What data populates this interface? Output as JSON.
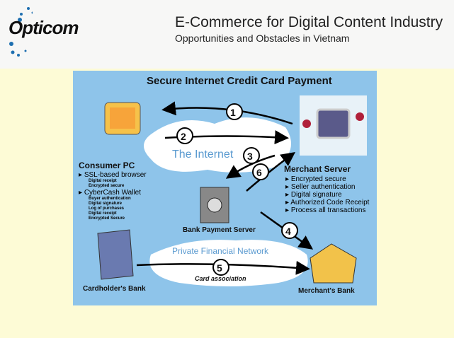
{
  "header": {
    "logo": "Opticom",
    "title": "E-Commerce for Digital Content Industry",
    "subtitle": "Opportunities and Obstacles in Vietnam"
  },
  "diagram": {
    "title": "Secure Internet Credit Card Payment",
    "internet": "The Internet",
    "private_network": "Private Financial Network",
    "card_association": "Card association",
    "steps": [
      "1",
      "2",
      "3",
      "4",
      "5",
      "6"
    ],
    "consumer": {
      "label": "Consumer PC",
      "items": [
        {
          "text": "SSL-based browser",
          "sub": [
            "Digital receipt",
            "Encrypted secure"
          ]
        },
        {
          "text": "CyberCash Wallet",
          "sub": [
            "Buyer authentication",
            "Digital signature",
            "Log of purchases",
            "Digital receipt",
            "Encrypted Secure"
          ]
        }
      ]
    },
    "merchant": {
      "label": "Merchant Server",
      "items": [
        "Encrypted secure",
        "Seller authentication",
        "Digital signature",
        "Authorized Code Receipt",
        "Process all transactions"
      ]
    },
    "bank_server": "Bank Payment Server",
    "cardholder_bank": "Cardholder's Bank",
    "merchant_bank": "Merchant's Bank"
  }
}
